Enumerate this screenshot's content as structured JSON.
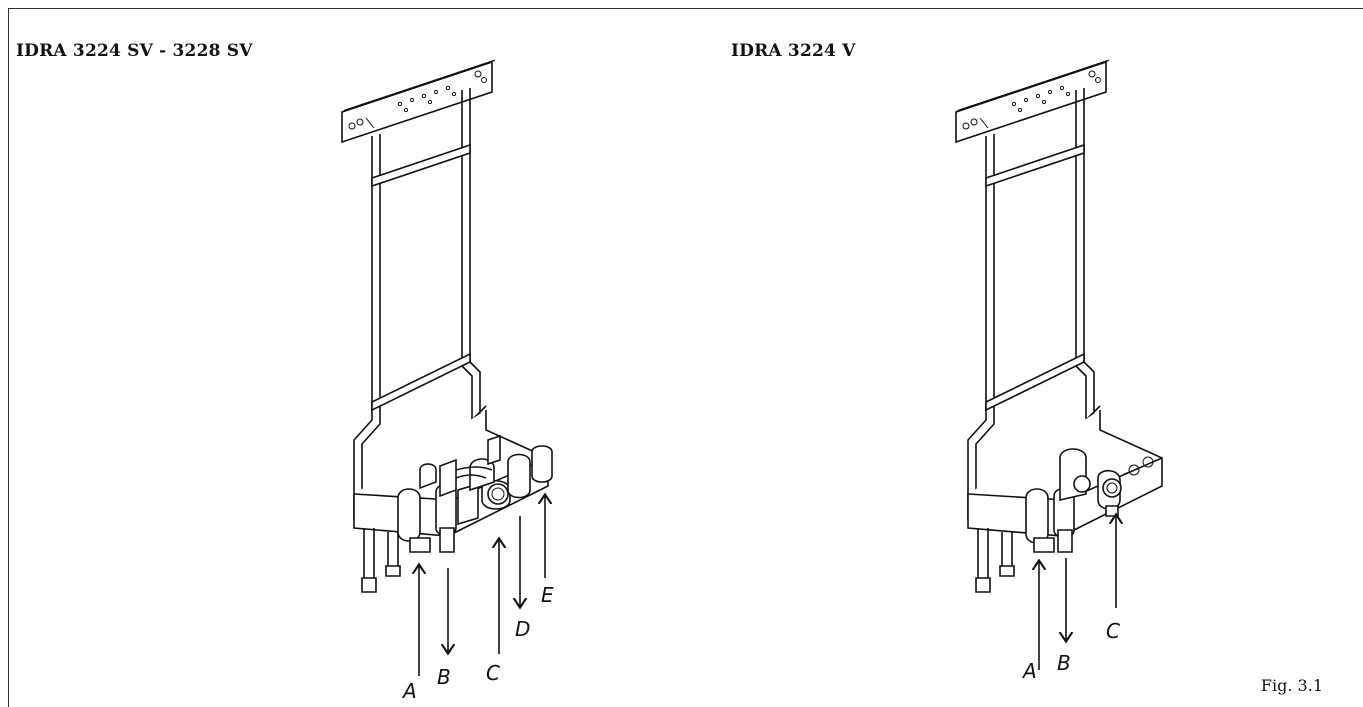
{
  "left_panel": {
    "title": "IDRA 3224 SV - 3228 SV",
    "connections": [
      "A",
      "B",
      "C",
      "D",
      "E"
    ]
  },
  "right_panel": {
    "title": "IDRA 3224 V",
    "connections": [
      "A",
      "B",
      "C"
    ]
  },
  "figure_label": "Fig. 3.1"
}
